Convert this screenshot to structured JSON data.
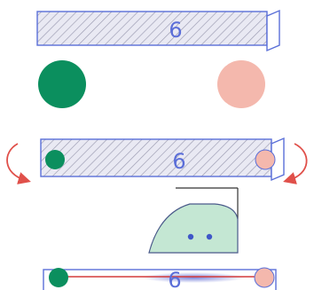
{
  "steps": [
    {
      "strip_label": "6"
    },
    {
      "strip_label": "6"
    },
    {
      "strip_label": "6"
    }
  ],
  "colors": {
    "strip_fill": "#e8e8f2",
    "hatch": "#9a9ab0",
    "outline": "#5a6fd8",
    "green_dot": "#0b8f5e",
    "pink_dot": "#f4b8ad",
    "arrow": "#e0504a",
    "iron_body": "#c4e7d3",
    "iron_dots": "#3f57c8",
    "flat_line": "#d33a3a",
    "glow": "#7e86dc"
  },
  "icons": [
    "strip-icon",
    "green-dot-icon",
    "pink-dot-icon",
    "rotate-arrow-icon",
    "iron-icon"
  ]
}
